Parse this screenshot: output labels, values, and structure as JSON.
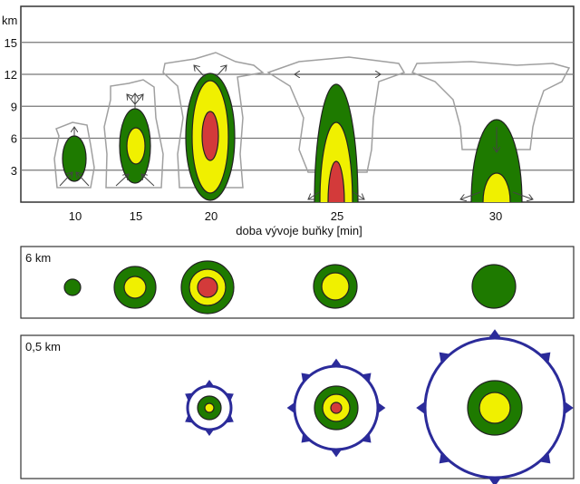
{
  "y_axis": {
    "unit": "km",
    "ticks": [
      "15",
      "12",
      "9",
      "6",
      "3"
    ],
    "values": [
      15,
      12,
      9,
      6,
      3
    ]
  },
  "x_axis": {
    "label": "doba vývoje buňky [min]",
    "ticks": [
      "10",
      "15",
      "20",
      "25",
      "30"
    ]
  },
  "panel_6km": {
    "label": "6 km"
  },
  "panel_05km": {
    "label": "0,5 km"
  },
  "colors": {
    "green": "#1e7a00",
    "yellow": "#f0f000",
    "red": "#d33a3a",
    "blue": "#2b2b9a",
    "cloud": "#a0a0a0"
  }
}
